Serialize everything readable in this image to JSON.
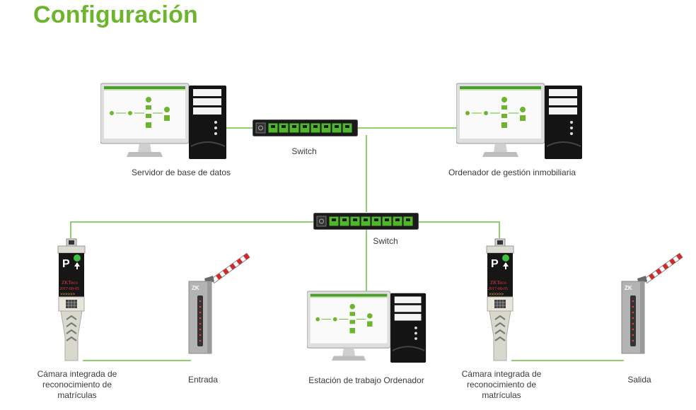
{
  "title": "Configuración",
  "colors": {
    "accent": "#6cb52d",
    "link": "#6cbf3a",
    "switch_port": "#4fb82a",
    "barrier_red": "#d12a2a"
  },
  "labels": {
    "switch_top": "Switch",
    "switch_mid": "Switch",
    "db_server": "Servidor de base de datos",
    "property_pc": "Ordenador de gestión inmobiliaria",
    "camera_left_line1": "Cámara integrada de",
    "camera_left_line2": "reconocimiento de",
    "camera_left_line3": "matrículas",
    "entrance": "Entrada",
    "workstation": "Estación de trabajo Ordenador",
    "camera_right_line1": "Cámara integrada de",
    "camera_right_line2": "reconocimiento de",
    "camera_right_line3": "matrículas",
    "exit": "Salida"
  },
  "device_text": {
    "brand": "ZKTeco",
    "date": "2017-08-05"
  }
}
